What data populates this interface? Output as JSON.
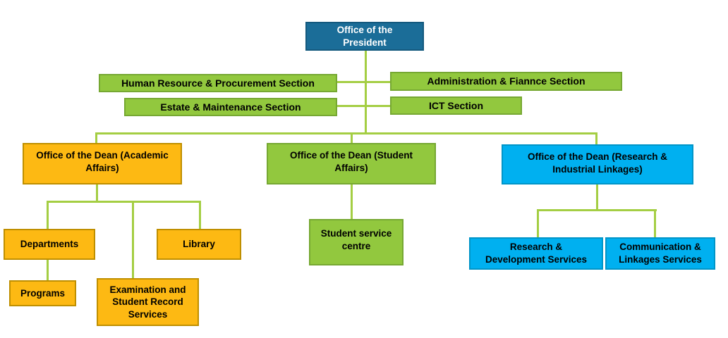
{
  "diagram": {
    "type": "org-chart",
    "colors": {
      "president_fill": "#1B6D98",
      "president_border": "#14597E",
      "green_fill": "#92C83E",
      "green_border": "#76A832",
      "yellow_fill": "#FDB913",
      "yellow_border": "#BF8F00",
      "cyan_fill": "#00B0F0",
      "cyan_border": "#0095C8",
      "connector": "#A4CE43"
    },
    "nodes": {
      "president": {
        "label": "Office of the\nPresident",
        "color": "#1B6D98"
      },
      "human_resource": {
        "label": "Human Resource & Procurement Section",
        "color": "#92C83E"
      },
      "administration": {
        "label": "Administration & Fiannce Section",
        "color": "#92C83E"
      },
      "estate": {
        "label": "Estate & Maintenance Section",
        "color": "#92C83E"
      },
      "ict": {
        "label": "ICT Section",
        "color": "#92C83E"
      },
      "dean_academic": {
        "label": "Office of the Dean (Academic\nAffairs)",
        "color": "#FDB913"
      },
      "dean_student": {
        "label": "Office of the Dean (Student\nAffairs)",
        "color": "#92C83E"
      },
      "dean_research": {
        "label": "Office of the Dean (Research &\nIndustrial Linkages)",
        "color": "#00B0F0"
      },
      "departments": {
        "label": "Departments",
        "color": "#FDB913"
      },
      "library": {
        "label": "Library",
        "color": "#FDB913"
      },
      "programs": {
        "label": "Programs",
        "color": "#FDB913"
      },
      "examination": {
        "label": "Examination and\nStudent Record\nServices",
        "color": "#FDB913"
      },
      "student_service": {
        "label": "Student service\ncentre",
        "color": "#92C83E"
      },
      "research_dev": {
        "label": "Research &\nDevelopment Services",
        "color": "#00B0F0"
      },
      "communication": {
        "label": "Communication &\nLinkages Services",
        "color": "#00B0F0"
      }
    },
    "edges": [
      "president->human_resource",
      "president->administration",
      "president->estate",
      "president->ict",
      "president->dean_academic",
      "president->dean_student",
      "president->dean_research",
      "dean_academic->departments",
      "dean_academic->examination",
      "dean_academic->library",
      "departments->programs",
      "dean_student->student_service",
      "dean_research->research_dev",
      "dean_research->communication"
    ]
  }
}
